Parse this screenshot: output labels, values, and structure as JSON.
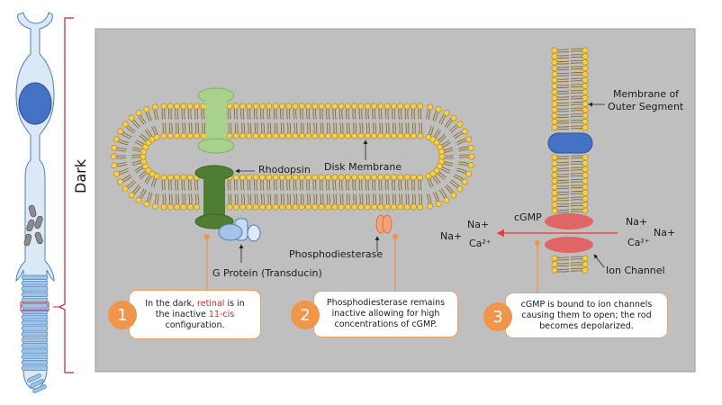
{
  "figure": {
    "side_label": "Dark",
    "colors": {
      "panel_bg": "#bfbfbf",
      "lipid_head": "#f7cf4a",
      "lipid_tail": "#8a6d2a",
      "rhodopsin_dark": "#4f7d34",
      "rhodopsin_light": "#a9d18e",
      "g_protein": "#a4c4e8",
      "phosphodiesterase": "#f4a27a",
      "ion_channel": "#e06666",
      "cgmp_channel_blue": "#4472c4",
      "callout_border": "#f0a060",
      "callout_number": "#f0954a",
      "ion_arrow": "#e8383a",
      "highlight_text": "#e8202a",
      "bracket": "#c0272d",
      "cell_fill": "#dbe8f6",
      "cell_stroke": "#4f81bd"
    }
  },
  "labels": {
    "rhodopsin": "Rhodopsin",
    "disk_membrane": "Disk Membrane",
    "g_protein": "G Protein (Transducin)",
    "phosphodiesterase": "Phosphodiesterase",
    "membrane_outer_line1": "Membrane of",
    "membrane_outer_line2": "Outer Segment",
    "cgmp": "cGMP",
    "ion_channel": "Ion Channel",
    "na_left_1": "Na+",
    "na_left_2": "Na+",
    "ca_left": "Ca²⁺",
    "na_right_1": "Na+",
    "na_right_2": "Na+",
    "ca_right": "Ca²⁺"
  },
  "callouts": [
    {
      "number": "1",
      "text_before": "In the dark, ",
      "highlight_1": "retinal",
      "text_middle": " is in the inactive ",
      "highlight_2": "11-cis",
      "text_after": " configuration."
    },
    {
      "number": "2",
      "text": "Phosphodiesterase remains inactive allowing for high concentrations of cGMP."
    },
    {
      "number": "3",
      "text": "cGMP is bound to ion channels causing them to open; the rod becomes depolarized."
    }
  ]
}
